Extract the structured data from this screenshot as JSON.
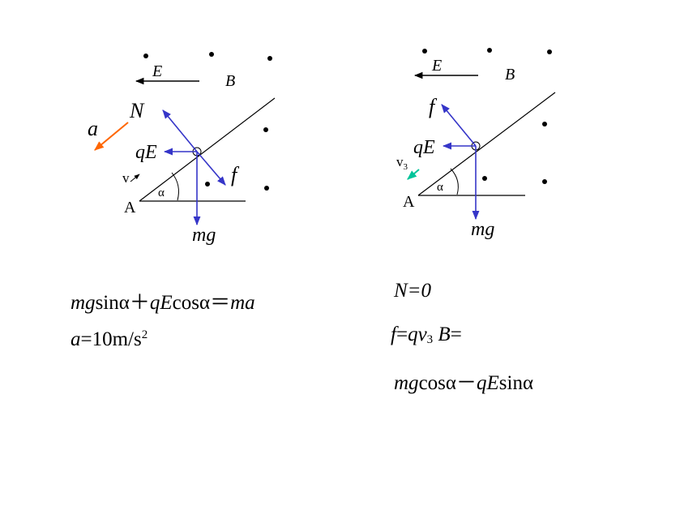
{
  "colors": {
    "ink": "#000000",
    "force_blue": "#3535c8",
    "accel_orange": "#ff6600",
    "velocity_teal": "#00c49a"
  },
  "left_diagram": {
    "field_label": "E",
    "magnetic_label": "B",
    "normal_label": "N",
    "accel_label": "a",
    "electric_force_label": "qE",
    "velocity_label": "v",
    "friction_label": "f",
    "gravity_label": "mg",
    "angle_label": "α",
    "point_label": "A"
  },
  "right_diagram": {
    "field_label": "E",
    "magnetic_label": "B",
    "friction_label": "f",
    "electric_force_label": "qE",
    "velocity_label": "v",
    "velocity_subscript": "3",
    "gravity_label": "mg",
    "angle_label": "α",
    "point_label": "A"
  },
  "equations": {
    "left_line1": {
      "mg": "mg",
      "sin": "sinα",
      "plus": "＋",
      "qE": "qE",
      "cos": "cosα",
      "eq": "＝",
      "ma": "ma"
    },
    "left_line2": {
      "a": "a",
      "rest": "=10m/s",
      "sup": "2"
    },
    "right_line1": "N=0",
    "right_line2": {
      "f": "f",
      "eq": "=",
      "qv": "qv",
      "sub": "3",
      "B": "B",
      "eq2": "="
    },
    "right_line3": {
      "mg": "mg",
      "cos": "cosα",
      "minus": "－",
      "qE": "qE",
      "sin": "sinα"
    }
  }
}
